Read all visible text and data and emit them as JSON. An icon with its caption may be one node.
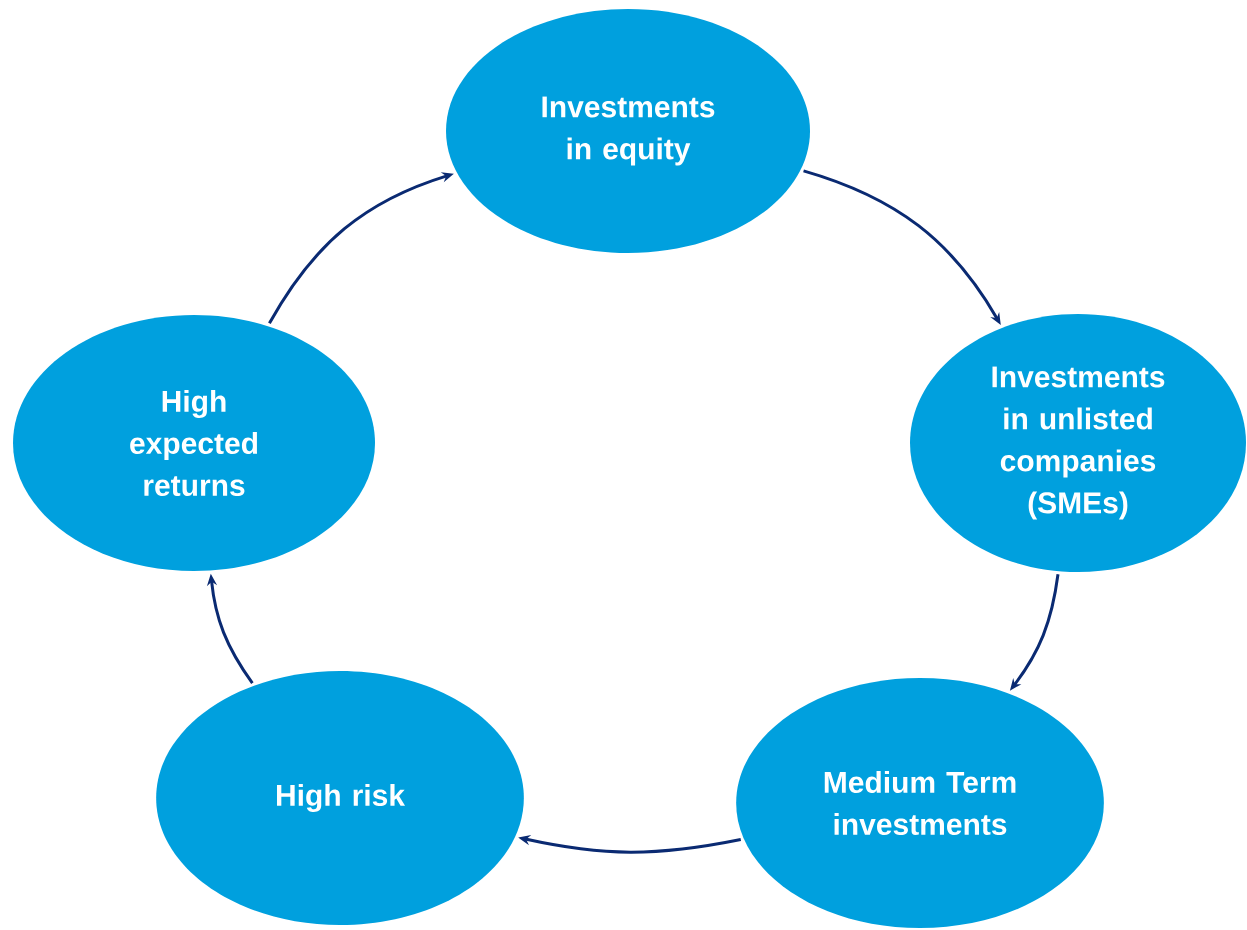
{
  "diagram": {
    "nodes": [
      {
        "text": [
          "Investments in equity"
        ]
      },
      {
        "text": [
          "Investments in unlisted companies (SMEs)"
        ]
      },
      {
        "text": [
          "Medium Term investments"
        ]
      },
      {
        "text": [
          "High risk"
        ]
      },
      {
        "text": [
          "High expected returns"
        ]
      }
    ],
    "edges": [
      {
        "from": 0,
        "to": 1,
        "arrow": "to"
      },
      {
        "from": 1,
        "to": 2,
        "arrow": "to"
      },
      {
        "from": 2,
        "to": 3,
        "arrow": "to"
      },
      {
        "from": 3,
        "to": 4,
        "arrow": "to"
      },
      {
        "from": 4,
        "to": 0,
        "arrow": "to"
      }
    ]
  }
}
